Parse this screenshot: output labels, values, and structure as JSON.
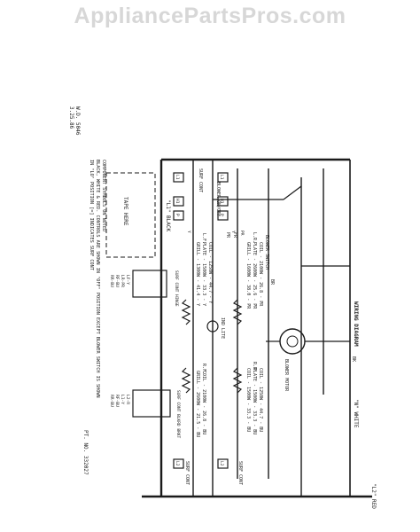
{
  "watermark": "AppliancePartsPros.com",
  "diagram": {
    "title": "WIRING DIAGRAM",
    "wd_number": "W.D. 5046",
    "date": "3.25.86",
    "part_number": "PT. NO. 332027",
    "lines": {
      "l1": "\"L1\" BLACK",
      "neutral": "\"N\" WHITE",
      "l2": "\"L2\" RED"
    },
    "blower": {
      "switch_label": "BLOWER ON/OFF",
      "switch2_label": "BLOWER SWITCH",
      "motor_label": "BLOWER MOTOR",
      "wire_fr": "FR",
      "wire_br": "BR",
      "wire_bk": "BK",
      "wire_pr": "PR"
    },
    "surf_cont_label": "SURF CONT",
    "lr_elements": {
      "header": "L.R.",
      "lines": [
        "GRILL - 1600W - 38.0 - PR",
        "PLATE - 2600W - 25.6 - PR",
        "COIL - 2100W - 26.8 - PR"
      ]
    },
    "rr_elements": {
      "header": "R.R.",
      "lines": [
        "COIL - 1500W - 33.3 - BU",
        "PLATE - 1500W - 33.3 - BU",
        "COIL - 1250W - 44.7 - BU"
      ]
    },
    "lf_elements": {
      "header": "L.F.",
      "lines": [
        "GRILL - 1300W - 41.4 - Y",
        "PLATE - 1500W - 33.3 - Y",
        "COIL - 1250W - 44.7 - Y"
      ]
    },
    "rf_elements": {
      "header": "R.F.",
      "lines": [
        "GRILL - 2600W - 21.5 - BU",
        "COIL - 2100W - 26.8 - BU"
      ]
    },
    "ind_lite": "IND LITE",
    "tape_here": "TAPE HERE",
    "notes": [
      "COMPONENT SYMBOLS ON NOTED",
      "BLACK, WHITE & RED. CONTROLS ARE SHOWN IN \"OFF\" POSITION EXCEPT BLOWER SWITCH IS SHOWN",
      "IN \"LO\" POSITION  [=] INDICATES SURF CONT"
    ],
    "surf_cont_hinge": "SURF CONT HINGE",
    "surf_cont_bkmt": "SURF CONT BLKRD BRKT",
    "term_labels_1": [
      "LF-Y",
      "LR-PR",
      "RF-BU",
      "RR-BU"
    ],
    "term_labels_2": [
      "L2-R",
      "L1-Y",
      "RF-BU",
      "RR-BU"
    ],
    "switch_symbols": {
      "l1": "L1",
      "l2": "L2",
      "p": "P",
      "h1": "H1",
      "y": "Y",
      "pr": "PR"
    },
    "wire_colors": {
      "line": "#1a1a1a",
      "paper": "#ffffff"
    }
  }
}
